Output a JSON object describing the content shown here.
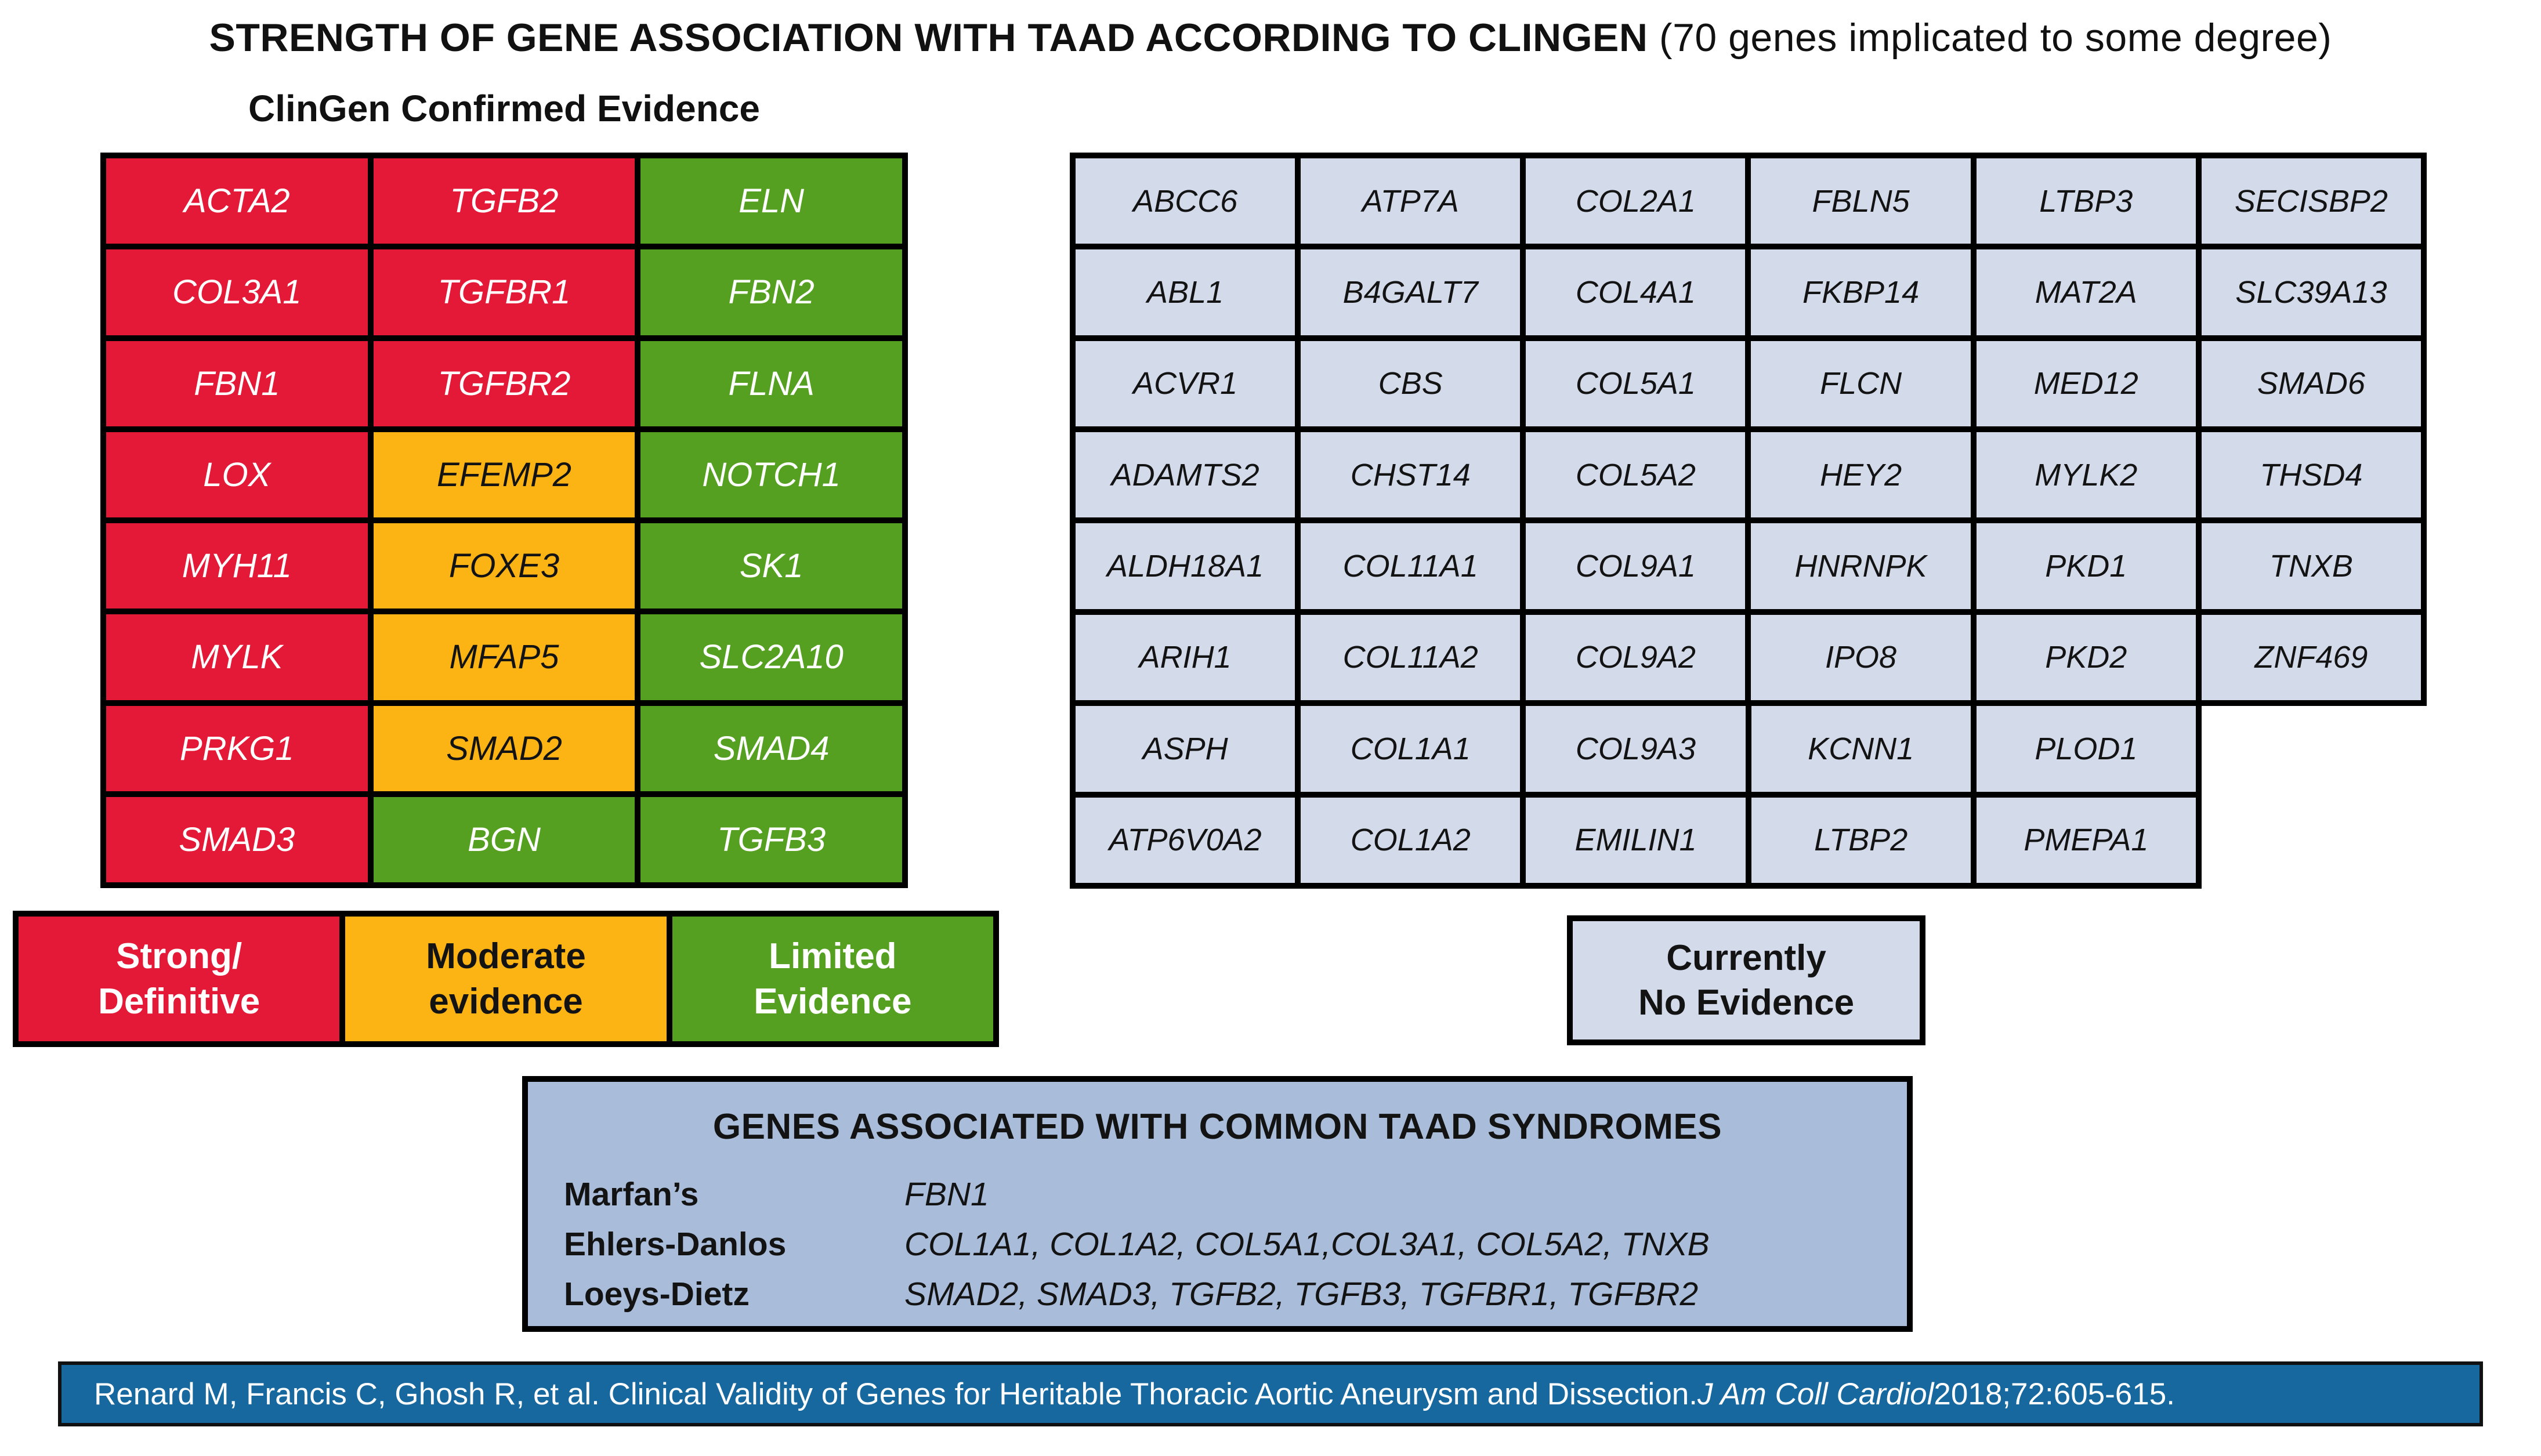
{
  "title": {
    "main": "STRENGTH OF GENE ASSOCIATION WITH TAAD ACCORDING TO CLINGEN",
    "sub": " (70 genes implicated to some degree)"
  },
  "confirmed": {
    "heading": "ClinGen Confirmed Evidence",
    "cells": [
      {
        "label": "ACTA2",
        "evidence": "red"
      },
      {
        "label": "TGFB2",
        "evidence": "red"
      },
      {
        "label": "ELN",
        "evidence": "green"
      },
      {
        "label": "COL3A1",
        "evidence": "red"
      },
      {
        "label": "TGFBR1",
        "evidence": "red"
      },
      {
        "label": "FBN2",
        "evidence": "green"
      },
      {
        "label": "FBN1",
        "evidence": "red"
      },
      {
        "label": "TGFBR2",
        "evidence": "red"
      },
      {
        "label": "FLNA",
        "evidence": "green"
      },
      {
        "label": "LOX",
        "evidence": "red"
      },
      {
        "label": "EFEMP2",
        "evidence": "orange"
      },
      {
        "label": "NOTCH1",
        "evidence": "green"
      },
      {
        "label": "MYH11",
        "evidence": "red"
      },
      {
        "label": "FOXE3",
        "evidence": "orange"
      },
      {
        "label": "SK1",
        "evidence": "green"
      },
      {
        "label": "MYLK",
        "evidence": "red"
      },
      {
        "label": "MFAP5",
        "evidence": "orange"
      },
      {
        "label": "SLC2A10",
        "evidence": "green"
      },
      {
        "label": "PRKG1",
        "evidence": "red"
      },
      {
        "label": "SMAD2",
        "evidence": "orange"
      },
      {
        "label": "SMAD4",
        "evidence": "green"
      },
      {
        "label": "SMAD3",
        "evidence": "red"
      },
      {
        "label": "BGN",
        "evidence": "green"
      },
      {
        "label": "TGFB3",
        "evidence": "green"
      }
    ]
  },
  "no_evidence": {
    "cells_top": [
      "ABCC6",
      "ATP7A",
      "COL2A1",
      "FBLN5",
      "LTBP3",
      "SECISBP2",
      "ABL1",
      "B4GALT7",
      "COL4A1",
      "FKBP14",
      "MAT2A",
      "SLC39A13",
      "ACVR1",
      "CBS",
      "COL5A1",
      "FLCN",
      "MED12",
      "SMAD6",
      "ADAMTS2",
      "CHST14",
      "COL5A2",
      "HEY2",
      "MYLK2",
      "THSD4",
      "ALDH18A1",
      "COL11A1",
      "COL9A1",
      "HNRNPK",
      "PKD1",
      "TNXB",
      "ARIH1",
      "COL11A2",
      "COL9A2",
      "IPO8",
      "PKD2",
      "ZNF469"
    ],
    "cells_bottom": [
      "ASPH",
      "COL1A1",
      "COL9A3",
      "KCNN1",
      "PLOD1",
      "ATP6V0A2",
      "COL1A2",
      "EMILIN1",
      "LTBP2",
      "PMEPA1"
    ]
  },
  "legend": {
    "items": [
      {
        "line1": "Strong/",
        "line2": "Definitive",
        "evidence": "red"
      },
      {
        "line1": "Moderate",
        "line2": "evidence",
        "evidence": "orange"
      },
      {
        "line1": "Limited",
        "line2": "Evidence",
        "evidence": "green"
      }
    ],
    "no_evidence_line1": "Currently",
    "no_evidence_line2": "No Evidence"
  },
  "syndromes": {
    "heading": "GENES ASSOCIATED WITH COMMON TAAD SYNDROMES",
    "rows": [
      {
        "label": "Marfan’s",
        "genes": "FBN1"
      },
      {
        "label": "Ehlers-Danlos",
        "genes": "COL1A1, COL1A2, COL5A1,COL3A1, COL5A2, TNXB"
      },
      {
        "label": "Loeys-Dietz",
        "genes": "SMAD2, SMAD3, TGFB2, TGFB3, TGFBR1, TGFBR2"
      }
    ]
  },
  "citation": {
    "before": "Renard M, Francis C, Ghosh R, et al. Clinical Validity of Genes for Heritable Thoracic Aortic Aneurysm and Dissection. ",
    "journal": "J Am Coll Cardiol",
    "after": " 2018;72:605-615."
  },
  "colors": {
    "strong_definitive": "#e41937",
    "moderate": "#fcb415",
    "limited": "#55a021",
    "currently_no_evidence": "#d3dbeb",
    "syndromes_box": "#a9bdda",
    "citation_bar": "#17689f"
  }
}
